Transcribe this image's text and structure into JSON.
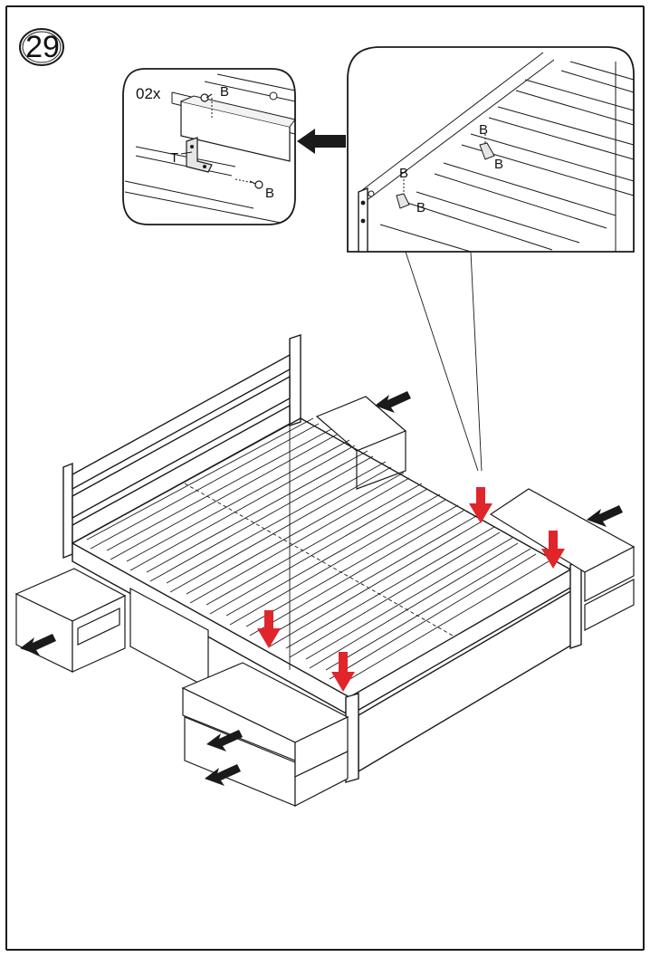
{
  "step": {
    "number": "29"
  },
  "detail_left": {
    "quantity": "02x",
    "screw_label_top": "B",
    "screw_label_bottom": "B",
    "bracket_label": "T"
  },
  "detail_right": {
    "labels": [
      "B",
      "B",
      "B",
      "B"
    ]
  },
  "icons": {
    "pointer_arrow": "black-arrow-icon",
    "press_arrow": "red-down-arrow-icon"
  },
  "colors": {
    "line": "#1a1a1a",
    "red_arrow": "#e0252b",
    "fill": "#ffffff",
    "shade": "#d9d9d9"
  }
}
